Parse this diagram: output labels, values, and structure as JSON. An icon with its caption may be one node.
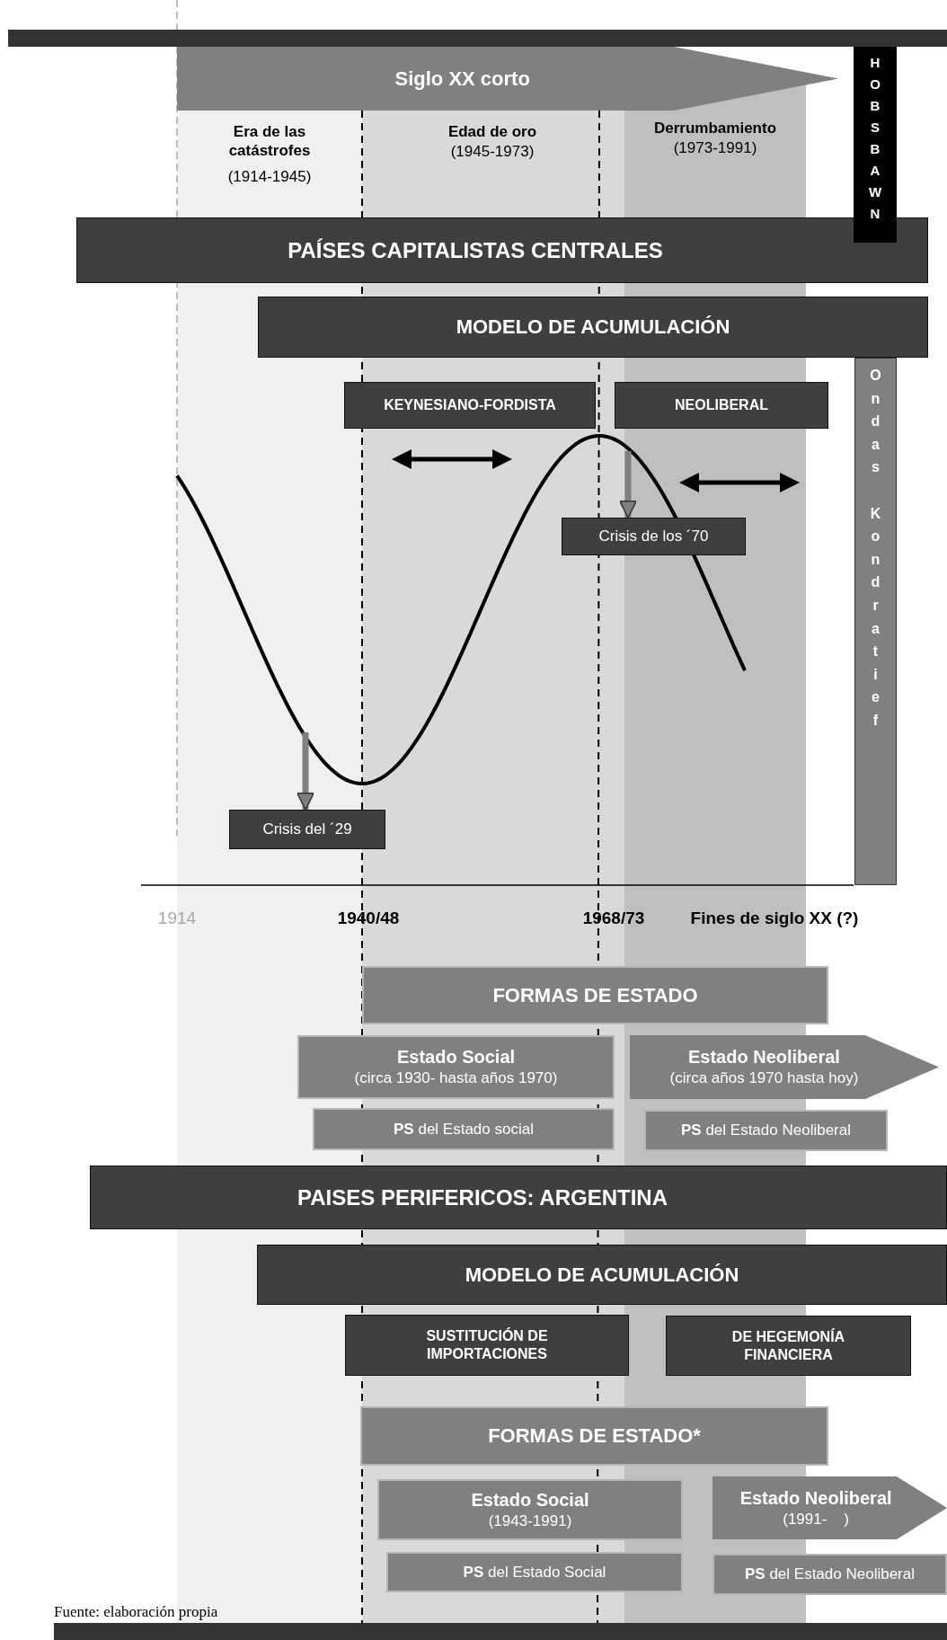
{
  "diagram": {
    "caption": "Fuente: elaboración propia",
    "nodes": [
      {
        "text": [
          "Siglo XX corto"
        ]
      },
      {
        "text": [
          "HOBSBAWN"
        ]
      },
      {
        "text": [
          "PAÍSES CAPITALISTAS CENTRALES"
        ]
      },
      {
        "text": [
          "MODELO DE ACUMULACIÓN"
        ]
      },
      {
        "text": [
          "Ondas Kondratief"
        ]
      },
      {
        "text": [
          "KEYNESIANO-FORDISTA"
        ]
      },
      {
        "text": [
          "NEOLIBERAL"
        ]
      },
      {
        "text": [
          "Crisis de los ´70"
        ]
      },
      {
        "text": [
          "Crisis del ´29"
        ]
      },
      {
        "text": [
          "FORMAS DE ESTADO"
        ]
      },
      {
        "text": [
          "Estado Social",
          "(circa 1930- hasta años 1970)"
        ]
      },
      {
        "text": [
          "Estado Neoliberal",
          "(circa años 1970 hasta hoy)"
        ]
      },
      {
        "text": [
          "**PS** del Estado social"
        ]
      },
      {
        "text": [
          "**PS** del Estado Neoliberal"
        ]
      },
      {
        "text": [
          "PAISES PERIFERICOS: ARGENTINA"
        ]
      },
      {
        "text": [
          "MODELO DE ACUMULACIÓN"
        ]
      },
      {
        "text": [
          "SUSTITUCIÓN DE IMPORTACIONES"
        ]
      },
      {
        "text": [
          "DE HEGEMONÍA FINANCIERA"
        ]
      },
      {
        "text": [
          "FORMAS DE ESTADO*"
        ]
      },
      {
        "text": [
          "Estado Social",
          "(1943-1991)"
        ]
      },
      {
        "text": [
          "Estado Neoliberal",
          "(1991-    )"
        ]
      },
      {
        "text": [
          "**PS** del Estado Social"
        ]
      },
      {
        "text": [
          "**PS** del Estado Neoliberal"
        ]
      }
    ],
    "edges": [
      {
        "from": null,
        "to": 8,
        "arrow": "to"
      },
      {
        "from": null,
        "to": 7,
        "arrow": "to"
      }
    ],
    "labels": [
      "Era de las catástrofes",
      "(1914-1945)",
      "Edad de oro",
      "(1945-1973)",
      "Derrumbamiento",
      "(1973-1991)",
      "1914",
      "1940/48",
      "1968/73",
      "Fines de siglo XX (?)"
    ]
  }
}
